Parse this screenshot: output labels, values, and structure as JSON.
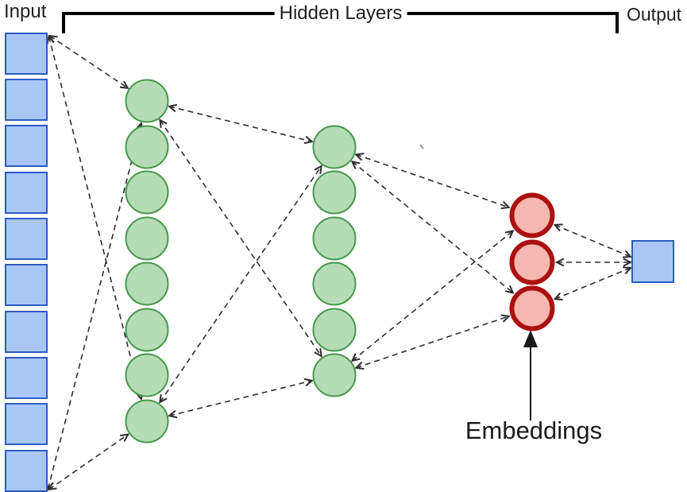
{
  "diagram": {
    "labels": {
      "input": "Input",
      "hidden_layers": "Hidden Layers",
      "output": "Output",
      "embeddings": "Embeddings"
    },
    "layers": [
      {
        "id": "input",
        "shape": "square",
        "count": 10,
        "fill": "#a9c7f6",
        "stroke": "#2b5cc4"
      },
      {
        "id": "hidden1",
        "shape": "circle",
        "count": 8,
        "fill": "#b6dcb5",
        "stroke": "#48984d"
      },
      {
        "id": "hidden2",
        "shape": "circle",
        "count": 6,
        "fill": "#b6dcb5",
        "stroke": "#48984d"
      },
      {
        "id": "embeddings",
        "shape": "circle",
        "count": 3,
        "fill": "#f5b8b0",
        "stroke": "#ad1010"
      },
      {
        "id": "output",
        "shape": "square",
        "count": 1,
        "fill": "#a9c7f6",
        "stroke": "#2b5cc4"
      }
    ],
    "connector_color": "#2e2e2e",
    "bracket_color": "#000000",
    "arrow_color": "#1a1a1a"
  }
}
